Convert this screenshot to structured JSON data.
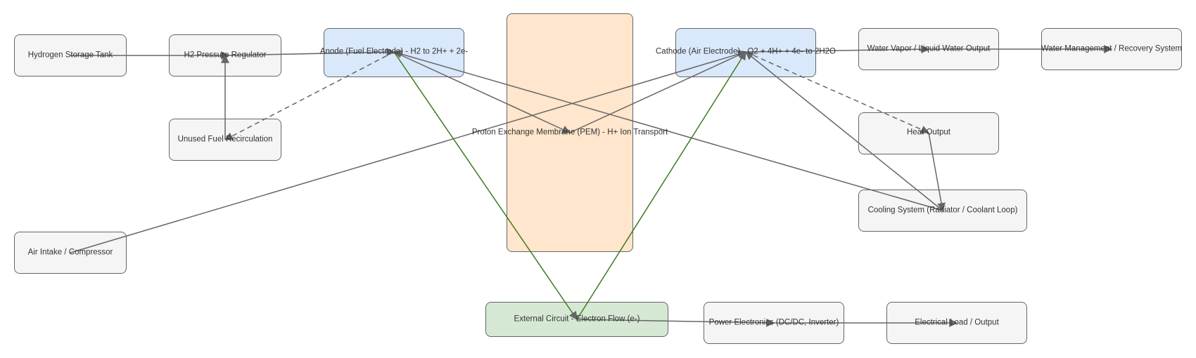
{
  "diagram": {
    "nodes": {
      "h2_tank": "Hydrogen Storage Tank",
      "h2_regulator": "H2 Pressure Regulator",
      "anode": "Anode (Fuel Electrode) - H2 to 2H+ + 2e-",
      "pem": "Proton Exchange Membrane (PEM) - H+ Ion Transport",
      "cathode": "Cathode (Air Electrode) - O2 + 4H+ + 4e- to 2H2O",
      "water_output": "Water Vapor / Liquid Water Output",
      "water_mgmt": "Water Management / Recovery System",
      "unused_fuel": "Unused Fuel Recirculation",
      "heat_output": "Heat Output",
      "cooling": "Cooling System (Radiator / Coolant Loop)",
      "air_intake": "Air Intake / Compressor",
      "external_circuit": "External Circuit - Electron Flow (e-)",
      "power_electronics": "Power Electronics (DC/DC, Inverter)",
      "electrical_load": "Electrical Load / Output"
    },
    "colors": {
      "default_fill": "#f5f5f5",
      "electrode_fill": "#dae8fc",
      "membrane_fill": "#ffe6cc",
      "circuit_fill": "#d5e8d4",
      "edge_gray": "#666666",
      "edge_green": "#3d7a1e"
    }
  }
}
